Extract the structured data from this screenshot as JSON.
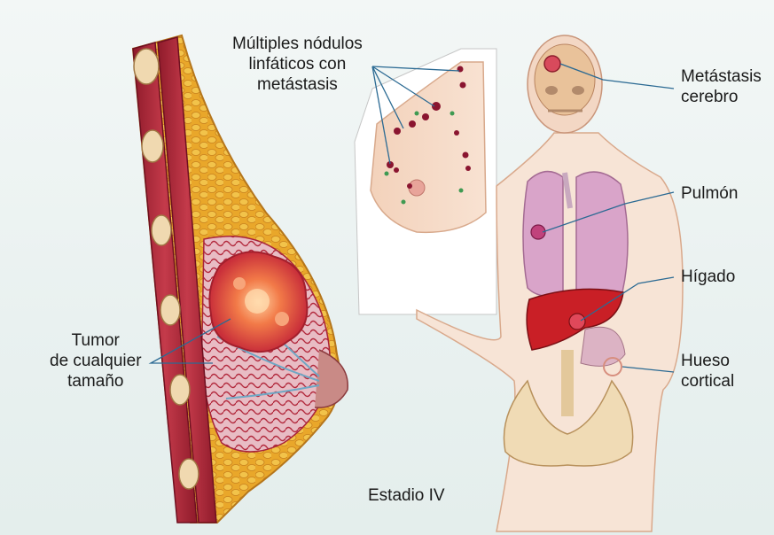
{
  "labels": {
    "lymph_nodes": [
      "Múltiples nódulos",
      "linfáticos con",
      "metástasis"
    ],
    "brain": [
      "Metástasis",
      "cerebro"
    ],
    "lung": [
      "Pulmón"
    ],
    "liver": [
      "Hígado"
    ],
    "bone": [
      "Hueso",
      "cortical"
    ],
    "tumor": [
      "Tumor",
      "de cualquier",
      "tamaño"
    ],
    "stage": "Estadio IV"
  },
  "colors": {
    "background": "#eef4f3",
    "muscle": "#b22a3c",
    "fat": "#e9a72a",
    "tumor": "#e8553a",
    "lungs": "#d9a4c9",
    "liver": "#c91f26",
    "skin": "#f6dcc6",
    "nodes": "#8a1530"
  }
}
